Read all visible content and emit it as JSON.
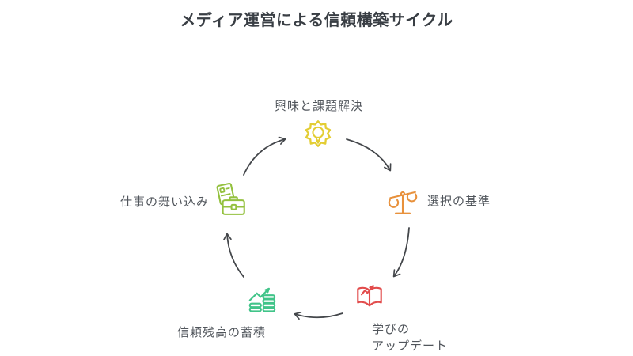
{
  "title": "メディア運営による信頼構築サイクル",
  "nodes": {
    "interest": {
      "label": "興味と課題解決",
      "icon": "gear-lightbulb-icon",
      "color": "#E3CD33"
    },
    "criteria": {
      "label": "選択の基準",
      "icon": "balance-scale-icon",
      "color": "#E8913C"
    },
    "learning": {
      "label": "学びの\nアップデート",
      "icon": "open-book-arrow-icon",
      "color": "#E24C4C"
    },
    "trust": {
      "label": "信頼残高の蓄積",
      "icon": "coins-growth-icon",
      "color": "#41C489"
    },
    "work": {
      "label": "仕事の舞い込み",
      "icon": "briefcase-documents-icon",
      "color": "#94C13F"
    }
  },
  "cycle": {
    "direction": "clockwise",
    "order": [
      "興味と課題解決",
      "選択の基準",
      "学びのアップデート",
      "信頼残高の蓄積",
      "仕事の舞い込み"
    ],
    "arrow_count": 5
  },
  "colors": {
    "yellow": "#E3CD33",
    "orange": "#E8913C",
    "red": "#E24C4C",
    "green": "#41C489",
    "lime": "#94C13F",
    "arrow": "#44474B",
    "title_text": "#393E44",
    "label_text": "#51565C",
    "background": "#FFFFFF"
  }
}
